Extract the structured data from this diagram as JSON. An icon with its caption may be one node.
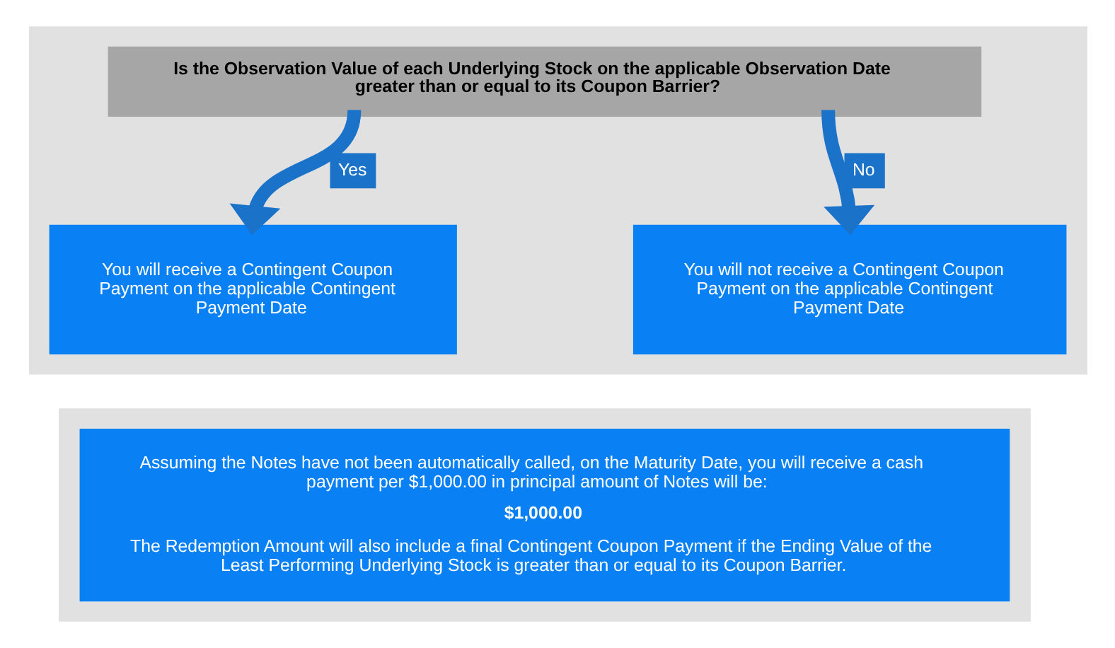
{
  "diagram": {
    "nodes": [
      {
        "text": [],
        "shape": "box"
      },
      {
        "text": [
          "Is the Observation Value of each Underlying Stock on the applicable Observation Date greater than or equal to its Coupon Barrier?"
        ],
        "in": 0
      },
      {
        "text": [
          "You will receive a Contingent Coupon Payment on the applicable Contingent Payment Date"
        ],
        "in": 0
      },
      {
        "text": [
          "You will not receive a Contingent Coupon Payment on the applicable Contingent Payment Date"
        ],
        "in": 0
      },
      {
        "text": [],
        "shape": "box"
      },
      {
        "text": [
          "Assuming the Notes have not been automatically called, on the Maturity Date, you will receive a cash payment per $1,000.00 in principal amount of Notes will be:",
          "$1,000.00",
          "The Redemption Amount will also include a final Contingent Coupon Payment if the Ending Value of the Least Performing Underlying Stock is greater than or equal to its Coupon Barrier."
        ],
        "in": 4
      }
    ],
    "edges": [
      {
        "from": 1,
        "to": 2,
        "arrow": "to",
        "label": "Yes"
      },
      {
        "from": 1,
        "to": 3,
        "arrow": "to",
        "label": "No"
      }
    ]
  }
}
